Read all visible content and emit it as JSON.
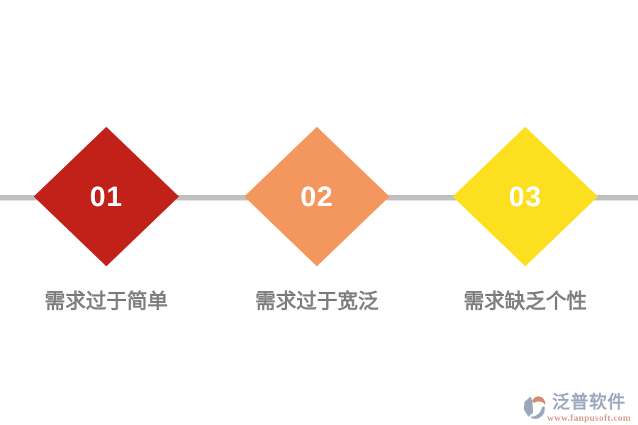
{
  "diagram": {
    "items": [
      {
        "number": "01",
        "label": "需求过于简单",
        "color": "#C2211A"
      },
      {
        "number": "02",
        "label": "需求过于宽泛",
        "color": "#F4975F"
      },
      {
        "number": "03",
        "label": "需求缺乏个性",
        "color": "#FCE01F"
      }
    ],
    "line_color": "#C0C0C0",
    "label_color": "#808080",
    "number_color": "#FFFFFF"
  },
  "watermark": {
    "brand": "泛普软件",
    "url": "www.fanpusoft.com",
    "brand_color": "#9AA9BE",
    "url_color": "#DB9A92",
    "icon_gray": "#9AA8BA",
    "icon_orange": "#D98A70"
  }
}
